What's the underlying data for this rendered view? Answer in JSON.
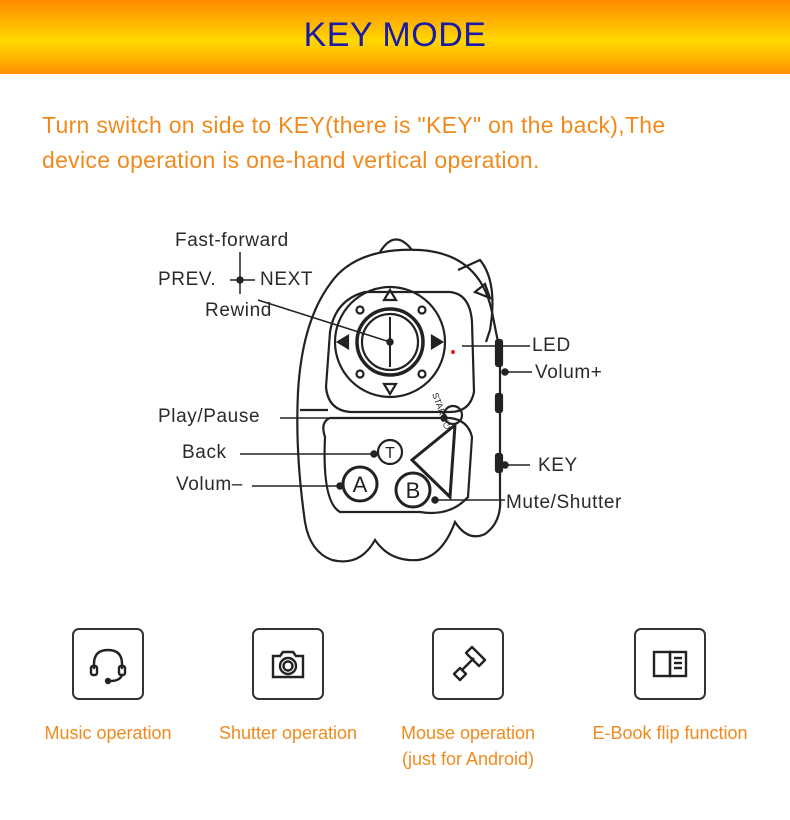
{
  "header": {
    "title": "KEY MODE"
  },
  "intro": {
    "line1": "Turn switch on side to KEY(there is \"KEY\" on the back),The",
    "line2": "device operation is one-hand vertical operation."
  },
  "diagram": {
    "labels": {
      "fast_forward": "Fast-forward",
      "prev": "PREV.",
      "next": "NEXT",
      "rewind": "Rewind",
      "led": "LED",
      "volume_up": "Volum+",
      "play_pause": "Play/Pause",
      "back": "Back",
      "volume_down": "Volum–",
      "key": "KEY",
      "mute_shutter": "Mute/Shutter"
    },
    "buttons": {
      "a": "A",
      "b": "B",
      "t": "T",
      "start": "START/⏻"
    }
  },
  "features": [
    {
      "icon": "headset-icon",
      "label": "Music operation",
      "sublabel": ""
    },
    {
      "icon": "camera-icon",
      "label": "Shutter operation",
      "sublabel": ""
    },
    {
      "icon": "link-icon",
      "label": "Mouse operation",
      "sublabel": "(just for Android)"
    },
    {
      "icon": "book-icon",
      "label": "E-Book flip function",
      "sublabel": ""
    }
  ],
  "colors": {
    "title": "#1a1aa8",
    "accent_text": "#f08a1c",
    "banner_orange": "#ff8a00",
    "banner_yellow": "#ffd800"
  }
}
